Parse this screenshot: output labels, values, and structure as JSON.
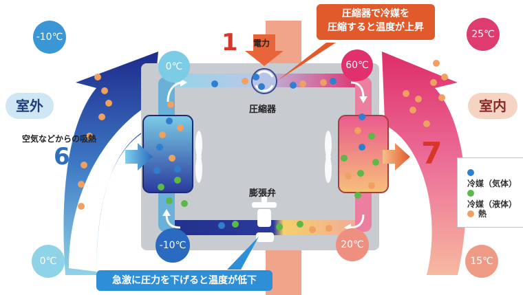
{
  "callouts": {
    "top": {
      "line1": "圧縮器で冷媒を",
      "line2": "圧縮すると温度が上昇",
      "color": "#e05a2c"
    },
    "bottom": {
      "text": "急激に圧力を下げると温度が低下",
      "color": "#2e8fd6"
    }
  },
  "labels": {
    "power": "電力",
    "compressor": "圧縮器",
    "expansion_valve": "膨張弁",
    "outdoor": "室外",
    "indoor": "室内",
    "heat_absorption": "空気などからの吸熱"
  },
  "numbers": {
    "step1": "1",
    "step6": "6",
    "step7": "7"
  },
  "temperatures": {
    "outdoor_top": "-10℃",
    "outdoor_bottom": "0℃",
    "indoor_top": "25℃",
    "indoor_bottom": "15℃",
    "loop_top_left": "0℃",
    "loop_top_right": "60℃",
    "loop_bottom_left": "-10℃",
    "loop_bottom_right": "20℃"
  },
  "legend": [
    {
      "label": "冷媒（気体）",
      "color": "#2f7fd0"
    },
    {
      "label": "冷媒（液体）",
      "color": "#5cb848"
    },
    {
      "label": "熱",
      "color": "#f0a060"
    }
  ],
  "colors": {
    "cold_blue": "#2a3a9c",
    "hot_pink": "#e0306e",
    "heat_orange": "#f0a060",
    "step_red": "#d9362b",
    "step_blue": "#2f6fc0",
    "panel_gray": "#c8ccd0"
  }
}
